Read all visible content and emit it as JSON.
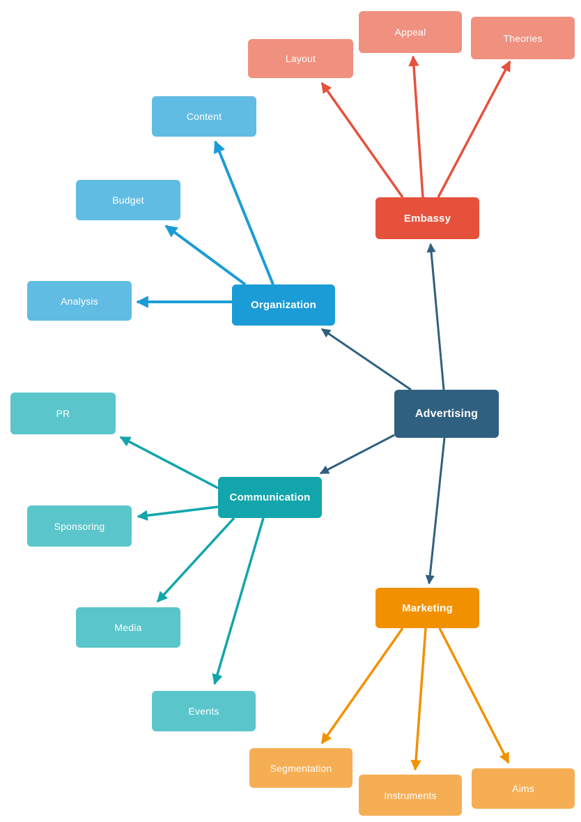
{
  "diagram": {
    "type": "mindmap",
    "center_node": "Advertising",
    "background": "#FFFFFF"
  },
  "colors": {
    "text": "#FFFFFF",
    "advertising": "#30607F",
    "organization": "#1B9CD6",
    "organization_child": "#61BCE3",
    "embassy": "#E6513C",
    "embassy_child": "#F0907F",
    "communication": "#12A5AC",
    "communication_child": "#5AC6CB",
    "marketing": "#F29100",
    "marketing_child": "#F6AE55"
  },
  "nodes": {
    "advertising": {
      "label": "Advertising"
    },
    "organization": {
      "label": "Organization"
    },
    "content": {
      "label": "Content"
    },
    "budget": {
      "label": "Budget"
    },
    "analysis": {
      "label": "Analysis"
    },
    "embassy": {
      "label": "Embassy"
    },
    "layout": {
      "label": "Layout"
    },
    "appeal": {
      "label": "Appeal"
    },
    "theories": {
      "label": "Theories"
    },
    "communication": {
      "label": "Communication"
    },
    "pr": {
      "label": "PR"
    },
    "sponsoring": {
      "label": "Sponsoring"
    },
    "media": {
      "label": "Media"
    },
    "events": {
      "label": "Events"
    },
    "marketing": {
      "label": "Marketing"
    },
    "segmentation": {
      "label": "Segmentation"
    },
    "instruments": {
      "label": "Instruments"
    },
    "aims": {
      "label": "Aims"
    }
  },
  "edges": [
    {
      "from": "Advertising",
      "to": "Organization",
      "color": "#30607F"
    },
    {
      "from": "Advertising",
      "to": "Embassy",
      "color": "#30607F"
    },
    {
      "from": "Advertising",
      "to": "Communication",
      "color": "#30607F"
    },
    {
      "from": "Advertising",
      "to": "Marketing",
      "color": "#30607F"
    },
    {
      "from": "Organization",
      "to": "Content",
      "color": "#1B9CD6"
    },
    {
      "from": "Organization",
      "to": "Budget",
      "color": "#1B9CD6"
    },
    {
      "from": "Organization",
      "to": "Analysis",
      "color": "#1B9CD6"
    },
    {
      "from": "Embassy",
      "to": "Layout",
      "color": "#E6513C"
    },
    {
      "from": "Embassy",
      "to": "Appeal",
      "color": "#E6513C"
    },
    {
      "from": "Embassy",
      "to": "Theories",
      "color": "#E6513C"
    },
    {
      "from": "Communication",
      "to": "PR",
      "color": "#12A5AC"
    },
    {
      "from": "Communication",
      "to": "Sponsoring",
      "color": "#12A5AC"
    },
    {
      "from": "Communication",
      "to": "Media",
      "color": "#12A5AC"
    },
    {
      "from": "Communication",
      "to": "Events",
      "color": "#12A5AC"
    },
    {
      "from": "Marketing",
      "to": "Segmentation",
      "color": "#F29100"
    },
    {
      "from": "Marketing",
      "to": "Instruments",
      "color": "#F29100"
    },
    {
      "from": "Marketing",
      "to": "Aims",
      "color": "#F29100"
    }
  ]
}
